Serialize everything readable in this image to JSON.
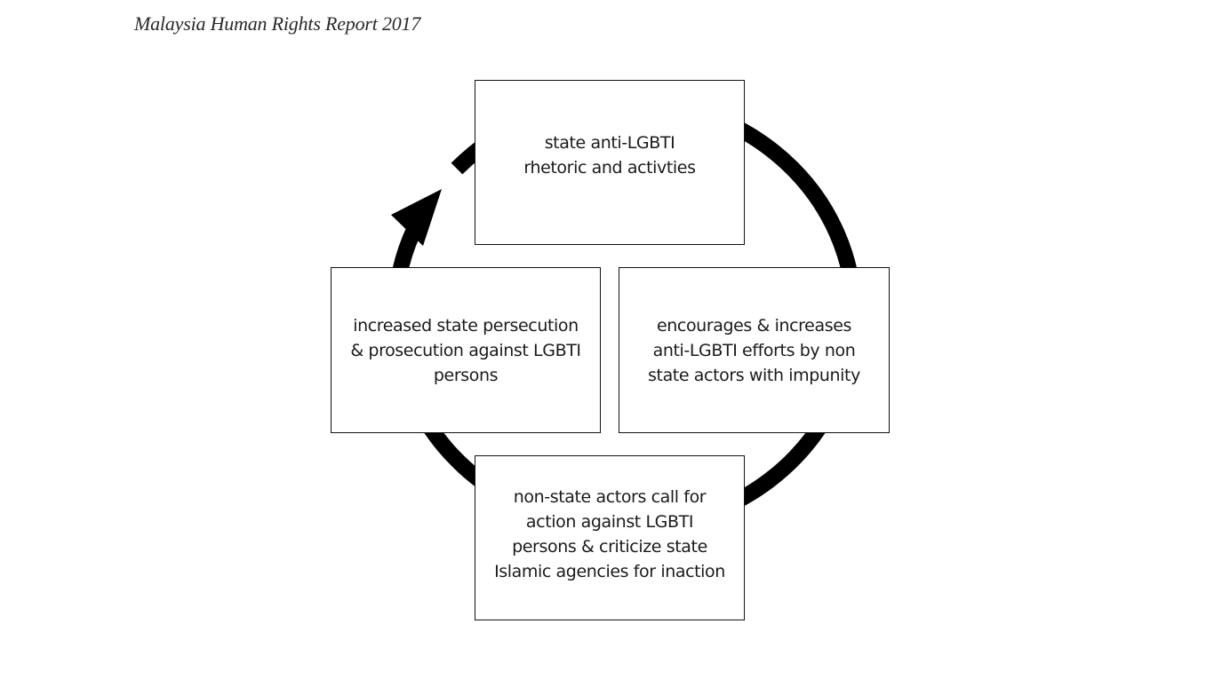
{
  "header": {
    "title": "Malaysia Human Rights Report 2017"
  },
  "diagram": {
    "nodes": [
      {
        "id": "top",
        "text": "state anti-LGBTI\nrhetoric and activties"
      },
      {
        "id": "right",
        "text": "encourages & increases\nanti-LGBTI efforts by non\nstate actors with impunity"
      },
      {
        "id": "bottom",
        "text": "non-state actors call for\naction against LGBTI\npersons & criticize state\nIslamic agencies for inaction"
      },
      {
        "id": "left",
        "text": "increased state persecution\n& prosecution against LGBTI\npersons"
      }
    ],
    "cycle_direction": "clockwise",
    "arrow_icon": "arrowhead-icon",
    "colors": {
      "ring": "#000000",
      "box_border": "#111111",
      "text": "#1a1a1a"
    }
  }
}
